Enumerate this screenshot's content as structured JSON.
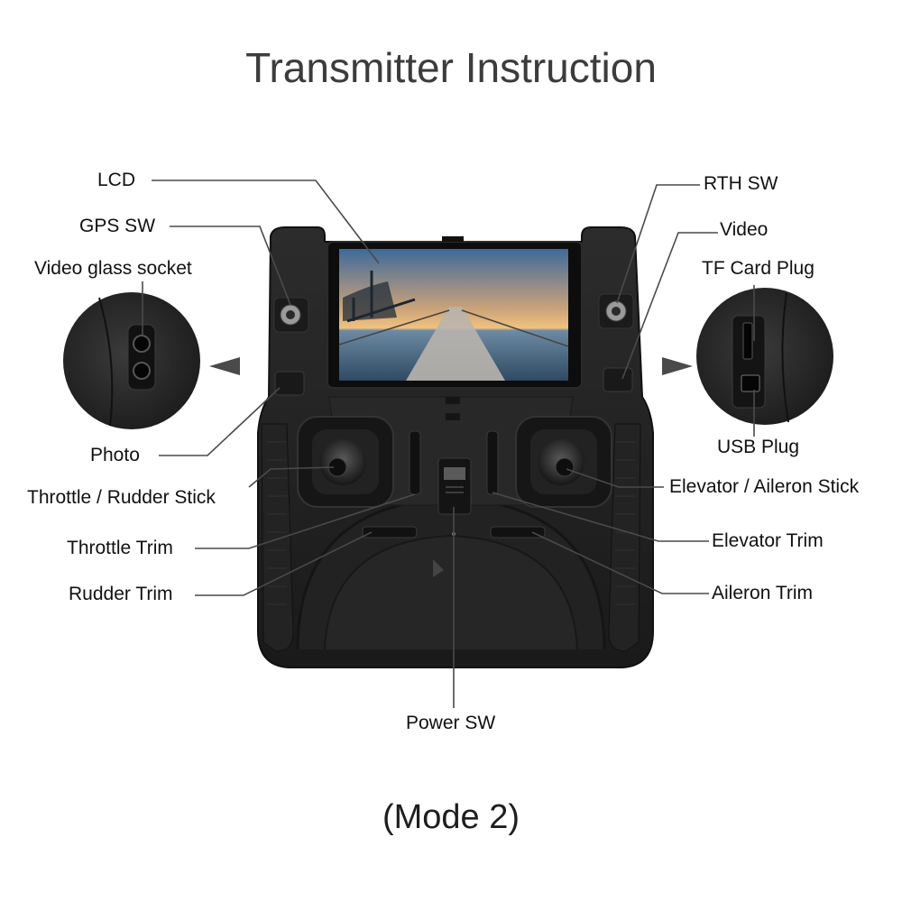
{
  "title": "Transmitter Instruction",
  "mode": "(Mode 2)",
  "labels": {
    "lcd": "LCD",
    "gps_sw": "GPS SW",
    "video_glass_socket": "Video glass socket",
    "photo": "Photo",
    "throttle_rudder_stick": "Throttle / Rudder Stick",
    "throttle_trim": "Throttle Trim",
    "rudder_trim": "Rudder Trim",
    "rth_sw": "RTH SW",
    "video": "Video",
    "tf_card_plug": "TF Card Plug",
    "usb_plug": "USB Plug",
    "elevator_aileron_stick": "Elevator / Aileron Stick",
    "elevator_trim": "Elevator Trim",
    "aileron_trim": "Aileron Trim",
    "power_sw": "Power SW"
  }
}
